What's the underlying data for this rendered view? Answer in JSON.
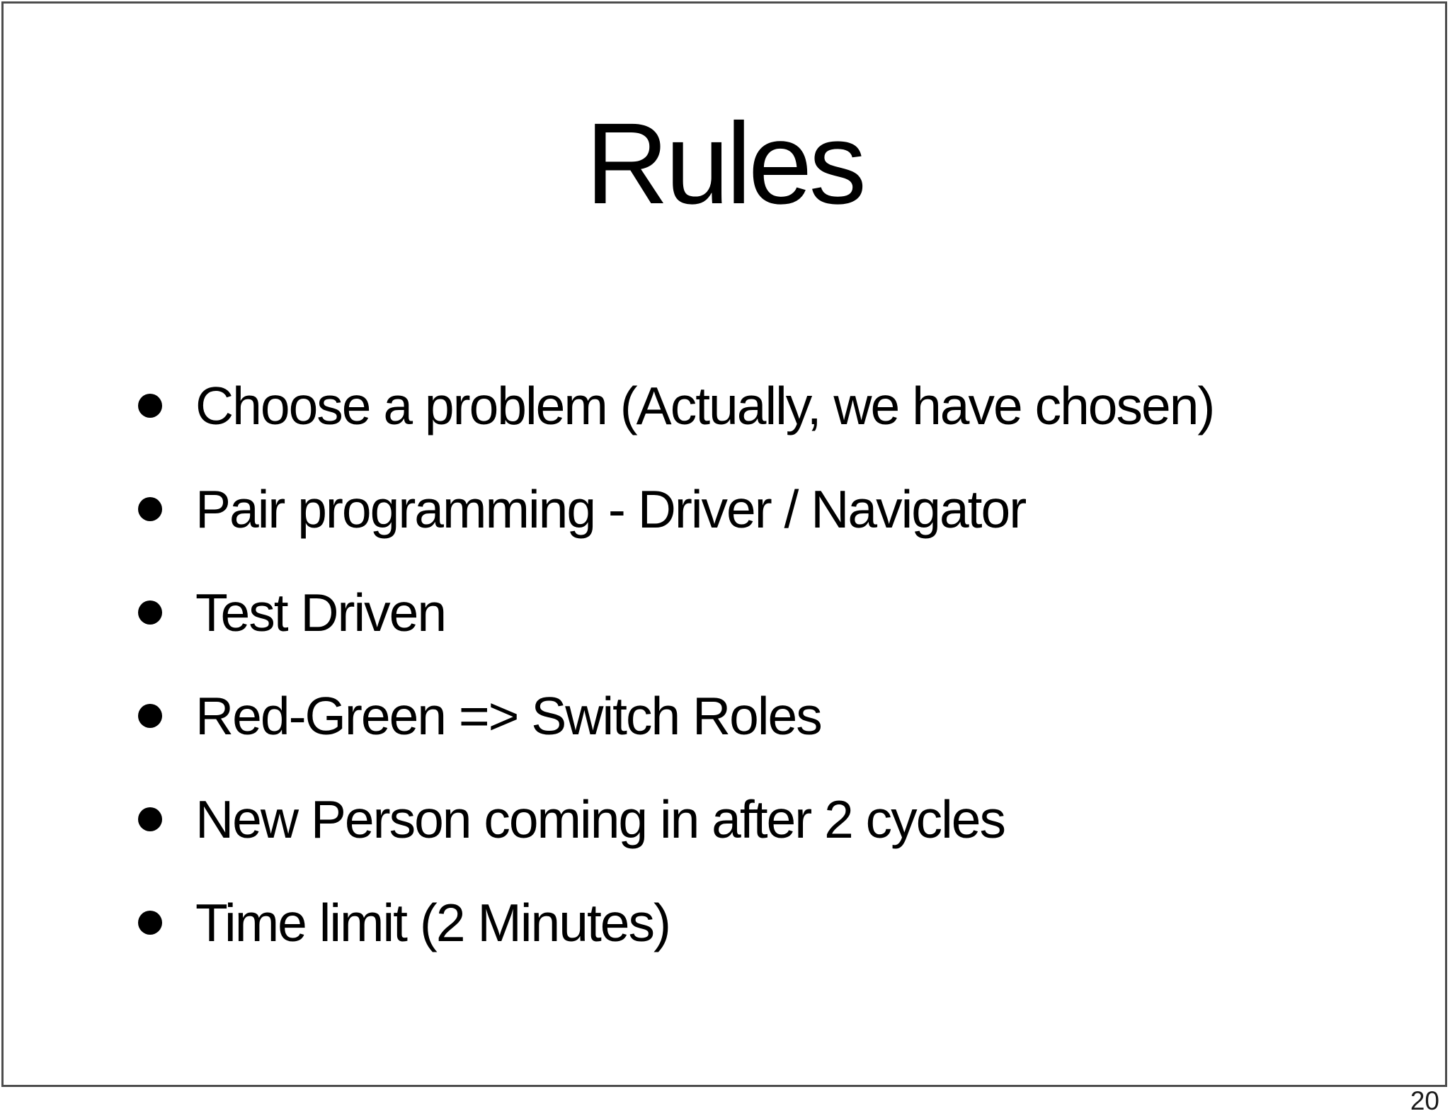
{
  "slide": {
    "title": "Rules",
    "bullets": [
      "Choose a problem (Actually, we have chosen)",
      "Pair programming - Driver / Navigator",
      "Test Driven",
      "Red-Green => Switch Roles",
      "New Person coming in after 2 cycles",
      "Time limit (2 Minutes)"
    ]
  },
  "footer": {
    "page_number": "20"
  },
  "colors": {
    "background": "#ffffff",
    "text": "#000000",
    "frame_border": "#4d4d4d"
  }
}
